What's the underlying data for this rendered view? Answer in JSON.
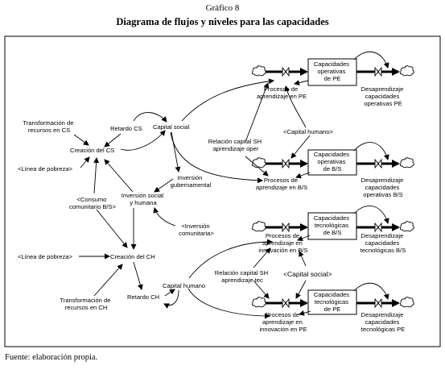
{
  "header": {
    "figure_number": "Gráfico 8",
    "title": "Diagrama de flujos y niveles para las capacidades"
  },
  "footer": {
    "source": "Fuente: elaboración propia."
  },
  "nodes": {
    "transf_cs": [
      "Transformación de",
      "recursos en CS"
    ],
    "retardo_cs": [
      "Retardo CS"
    ],
    "capital_social": [
      "Capital social"
    ],
    "creacion_cs": [
      "Creación del CS"
    ],
    "linea_pobreza_1": [
      "<Línea de pobreza>"
    ],
    "consumo": [
      "<Consumo",
      "comunitario B/S>"
    ],
    "inversion_sh": [
      "Inversión social",
      "y humana"
    ],
    "inversion_gub": [
      "Inversión",
      "gubernamental"
    ],
    "inversion_com": [
      "<Inversión",
      "comunitaria>"
    ],
    "linea_pobreza_2": [
      "<Línea de pobreza>"
    ],
    "creacion_ch": [
      "Creación del CH"
    ],
    "retardo_ch": [
      "Retardo CH"
    ],
    "capital_humano": [
      "Capital humano"
    ],
    "transf_ch": [
      "Transformación de",
      "recursos en CH"
    ],
    "box_op_pe": [
      "Capacidades",
      "operativas",
      "de PE"
    ],
    "box_op_bs": [
      "Capacidades",
      "operativas",
      "de B/S"
    ],
    "box_tec_bs": [
      "Capacidades",
      "tecnológicas",
      "de B/S"
    ],
    "box_tec_pe": [
      "Capacidades",
      "tecnológicas",
      "de PE"
    ],
    "proc_pe": [
      "Procesos de",
      "aprendizaje en PE"
    ],
    "proc_bs": [
      "Procesos de",
      "aprendizaje en B/S"
    ],
    "proc_innov_bs": [
      "Procesos de",
      "aprendizaje en",
      "innovación en B/S"
    ],
    "proc_innov_pe": [
      "Procesos de",
      "aprendizaje en",
      "innovación en PE"
    ],
    "desap_op_pe": [
      "Desaprendizaje",
      "capacidades",
      "operativas PE"
    ],
    "desap_op_bs": [
      "Desaprendizaje",
      "capacidades",
      "operativas B/S"
    ],
    "desap_tec_bs": [
      "Desaprendizaje",
      "capacidades",
      "tecnológicas B/S"
    ],
    "desap_tec_pe": [
      "Desaprendizaje",
      "capacidades",
      "tecnológicas PE"
    ],
    "rel_sh_oper": [
      "Relación capital SH",
      "aprendizaje oper"
    ],
    "capital_humano_ref": [
      "<Capital humano>"
    ],
    "rel_sh_tec": [
      "Relación capital SH",
      "aprendizaje tec"
    ],
    "capital_social_ref": [
      "<Capital social>"
    ]
  }
}
